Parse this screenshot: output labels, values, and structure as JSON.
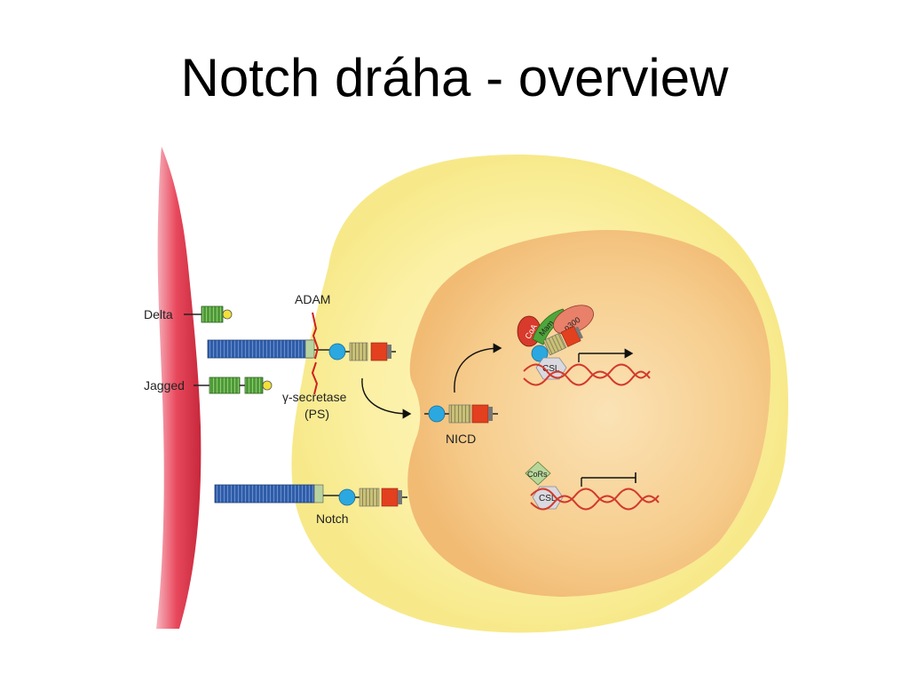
{
  "slide": {
    "title": "Notch dráha - overview"
  },
  "labels": {
    "delta": "Delta",
    "jagged": "Jagged",
    "adam": "ADAM",
    "gamma_secretase": "γ-secretase",
    "ps": "(PS)",
    "nicd": "NICD",
    "notch": "Notch",
    "coa": "CoA",
    "maml": "Mam",
    "p300": "p300",
    "csl_active": "CSL",
    "csl_repressed": "CSL",
    "cors": "CoRs"
  },
  "colors": {
    "signal_cell": "#e8485c",
    "cytoplasm": "#fbf0a8",
    "nucleus": "#f6cd8f",
    "receptor_ecd": "#2f5da8",
    "ligand": "#5aa33e",
    "ram": "#2ba8e0",
    "ank": "#c8c07a",
    "tad": "#e2401f",
    "dna": "#d23a2c"
  }
}
